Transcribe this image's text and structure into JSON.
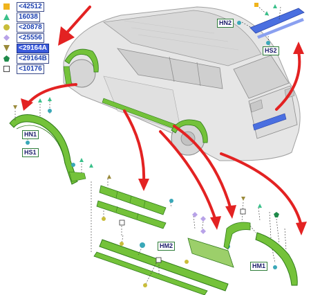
{
  "legend": [
    {
      "code": "<42512",
      "symbol": "square",
      "color": "#f0b41c",
      "highlight": false
    },
    {
      "code": "16038",
      "symbol": "triangle",
      "color": "#3ac08a",
      "highlight": false
    },
    {
      "code": "<20878",
      "symbol": "circle",
      "color": "#c9bd3a",
      "highlight": false
    },
    {
      "code": "<25556",
      "symbol": "diamond",
      "color": "#b8a2e8",
      "highlight": false
    },
    {
      "code": "<29164A",
      "symbol": "triangle-down",
      "color": "#9a8a3a",
      "highlight": true
    },
    {
      "code": "<29164B",
      "symbol": "pentagon",
      "color": "#1f8a4a",
      "highlight": false
    },
    {
      "code": "<10176",
      "symbol": "square-outline",
      "color": "#ffffff",
      "highlight": false
    }
  ],
  "callouts": {
    "hn1": "HN1",
    "hs1": "HS1",
    "hn2": "HN2",
    "hs2": "HS2",
    "hm1": "HM1",
    "hm2": "HM2"
  },
  "colors": {
    "part_green": "#74c23a",
    "part_green_dark": "#2f7a1a",
    "part_blue": "#4a6fe0",
    "arrow_red": "#e32222",
    "car_body": "#e6e6e6",
    "car_outline": "#a0a0a0",
    "leader_line": "#333333"
  }
}
